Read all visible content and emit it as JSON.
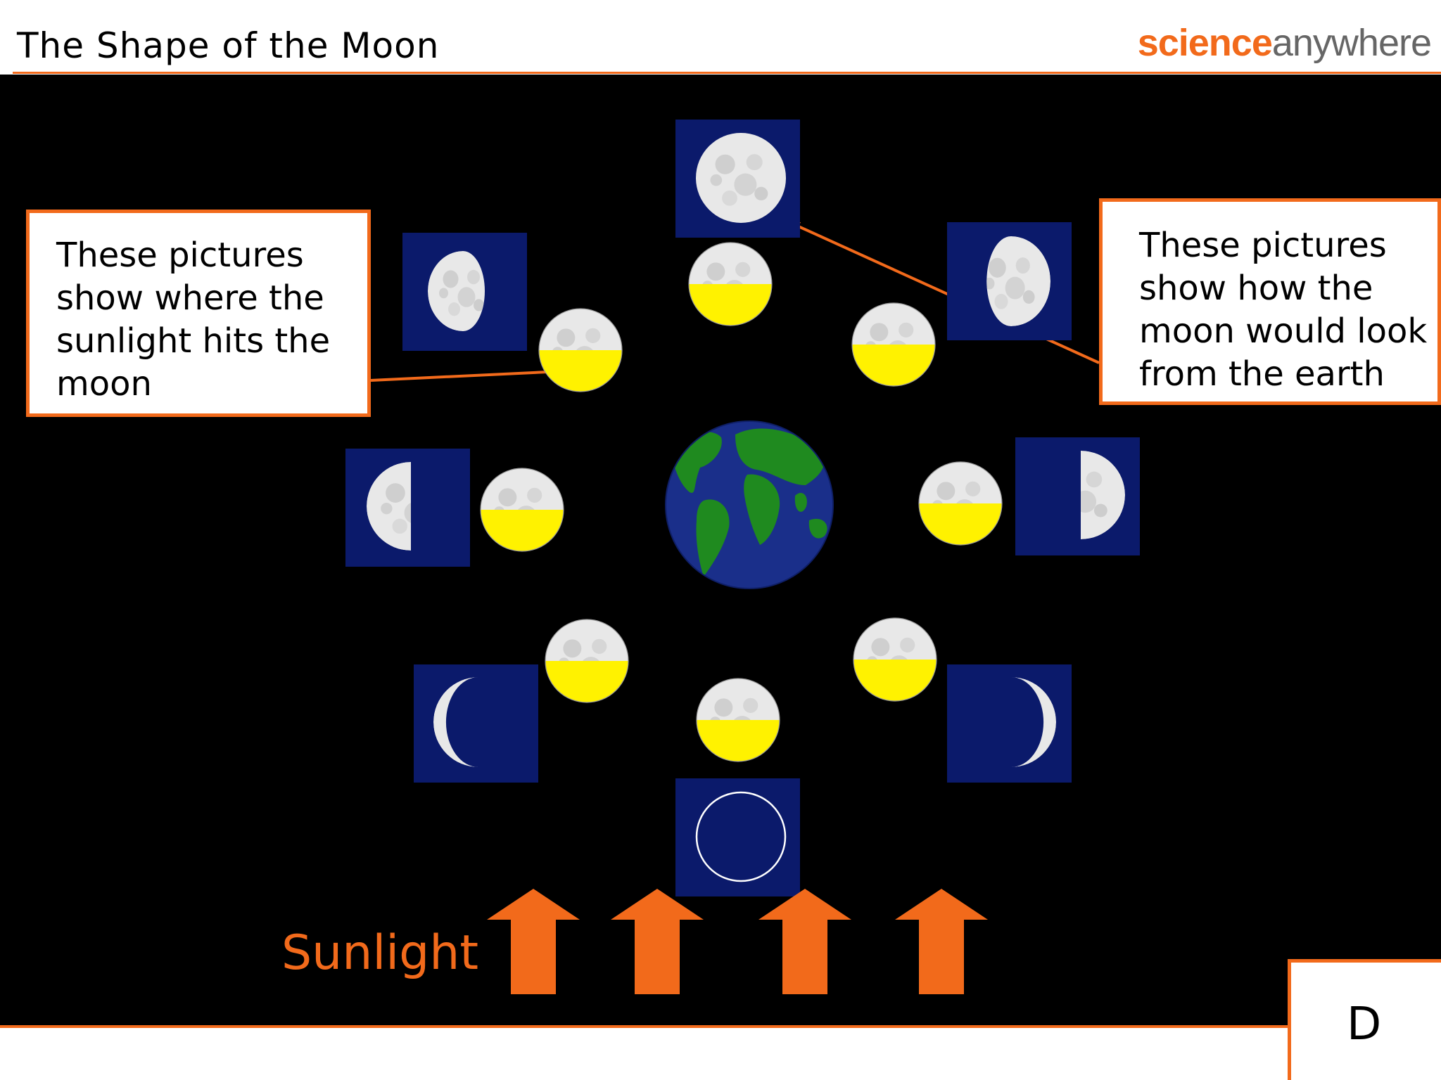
{
  "header": {
    "title": "The Shape of the Moon",
    "logo_part1": "science",
    "logo_part2": "anywhere"
  },
  "callouts": {
    "left": [
      "These pictures",
      "show where the",
      "sunlight hits the",
      "moon"
    ],
    "right": [
      "These pictures",
      "show how the",
      "moon would look",
      "from the earth"
    ]
  },
  "sunlight_label": "Sunlight",
  "slide_letter": "D",
  "colors": {
    "accent_orange": "#f26a1b",
    "space_black": "#000000",
    "view_panel_navy": "#0b1a6b",
    "sunlit_yellow": "#fff200",
    "moon_grey": "#e6e6e6",
    "earth_ocean": "#1a2f8a",
    "earth_land": "#1f8a1f"
  },
  "icons": {
    "earth": "earth-globe-icon",
    "moon": "moon-icon",
    "sun_arrow": "up-arrow-icon"
  },
  "phases": [
    "full-moon",
    "waning-gibbous",
    "last-quarter",
    "waning-crescent",
    "new-moon",
    "waxing-crescent",
    "first-quarter",
    "waxing-gibbous"
  ]
}
